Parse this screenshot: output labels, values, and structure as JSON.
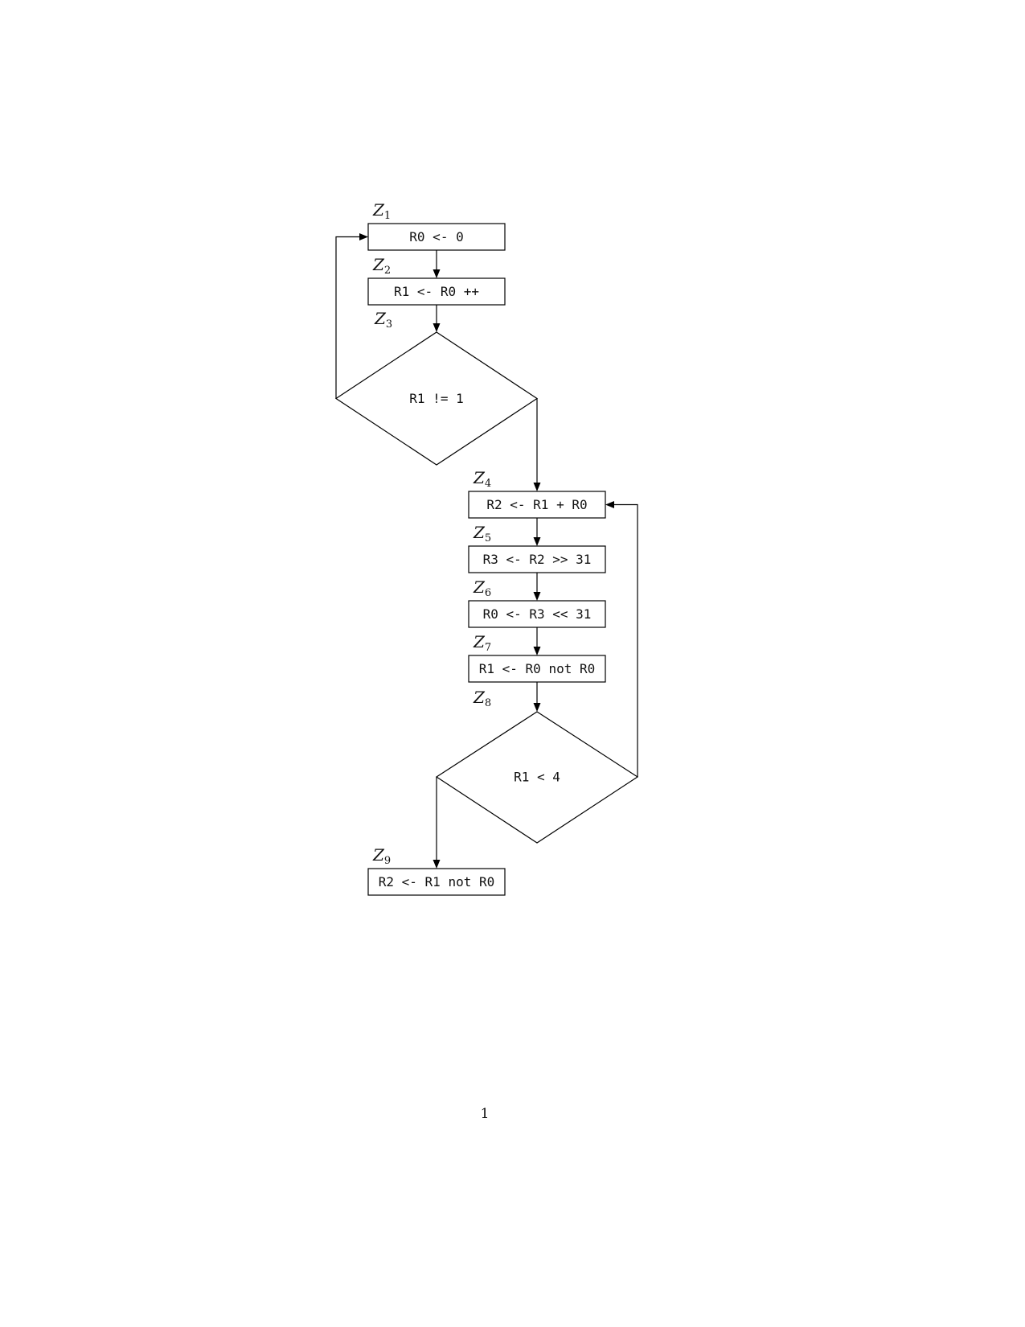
{
  "page": {
    "number": "1"
  },
  "diagram": {
    "nodes": [
      {
        "label": "Z",
        "sub": "1",
        "type": "process",
        "text": "R0 <- 0"
      },
      {
        "label": "Z",
        "sub": "2",
        "type": "process",
        "text": "R1 <- R0 ++"
      },
      {
        "label": "Z",
        "sub": "3",
        "type": "decision",
        "text": "R1 != 1"
      },
      {
        "label": "Z",
        "sub": "4",
        "type": "process",
        "text": "R2 <- R1 + R0"
      },
      {
        "label": "Z",
        "sub": "5",
        "type": "process",
        "text": "R3 <- R2 >> 31"
      },
      {
        "label": "Z",
        "sub": "6",
        "type": "process",
        "text": "R0 <- R3 << 31"
      },
      {
        "label": "Z",
        "sub": "7",
        "type": "process",
        "text": "R1 <- R0 not R0"
      },
      {
        "label": "Z",
        "sub": "8",
        "type": "decision",
        "text": "R1 < 4"
      },
      {
        "label": "Z",
        "sub": "9",
        "type": "process",
        "text": "R2 <- R1 not R0"
      }
    ]
  }
}
